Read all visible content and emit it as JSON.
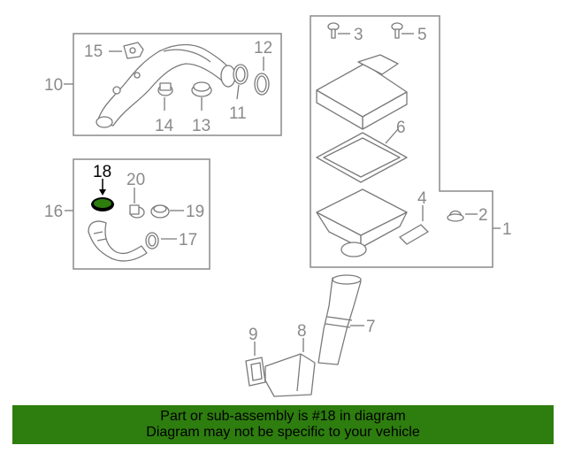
{
  "callouts": {
    "n1": "1",
    "n2": "2",
    "n3": "3",
    "n4": "4",
    "n5": "5",
    "n6": "6",
    "n7": "7",
    "n8": "8",
    "n9": "9",
    "n10": "10",
    "n11": "11",
    "n12": "12",
    "n13": "13",
    "n14": "14",
    "n15": "15",
    "n16": "16",
    "n17": "17",
    "n18": "18",
    "n19": "19",
    "n20": "20"
  },
  "highlighted_part": "18",
  "colors": {
    "highlight": "#2e7d0f",
    "line": "#7a7a7a",
    "highlight_part": "#2e7d0f"
  },
  "banner": {
    "line1": "Part or sub-assembly is #18 in diagram",
    "line2": "Diagram may not be specific to your vehicle"
  }
}
